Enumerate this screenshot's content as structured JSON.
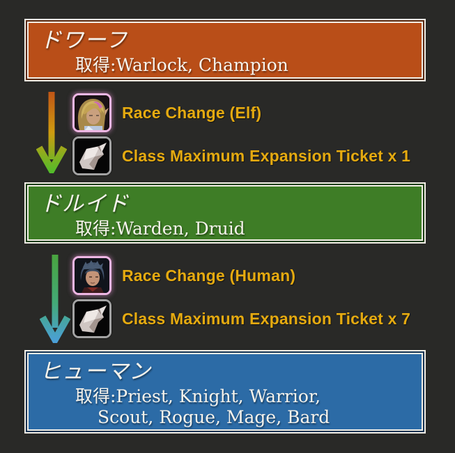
{
  "theme": {
    "background": "#292927",
    "frame_white": "#f2eee6",
    "text_white": "#f6f3ec",
    "label_gold": "#e5aa10",
    "portrait_frame_pink": "#eeb6e3",
    "scroll_frame_gray": "#a3a3a3"
  },
  "nodes": [
    {
      "title": "ドワーフ",
      "acquired": "取得:Warlock, Champion",
      "colors": {
        "fill": "#b94e18",
        "dark": "#5a2a10"
      }
    },
    {
      "title": "ドルイド",
      "acquired": "取得:Warden, Druid",
      "colors": {
        "fill": "#3e7d26",
        "dark": "#1d3e10"
      }
    },
    {
      "title": "ヒューマン",
      "acquired": "取得:Priest, Knight, Warrior,",
      "acquired_line2": "Scout, Rogue, Mage, Bard",
      "colors": {
        "fill": "#2c6ba6",
        "dark": "#133352"
      }
    }
  ],
  "transitions": [
    {
      "arrow_colors": [
        "#c05416",
        "#cf9b10",
        "#4fbc2b"
      ],
      "items": [
        {
          "icon": "elf-portrait-icon",
          "label": "Race Change (Elf)"
        },
        {
          "icon": "expansion-ticket-icon",
          "label": "Class Maximum Expansion Ticket x 1"
        }
      ]
    },
    {
      "arrow_colors": [
        "#49a33e",
        "#43aa77",
        "#4b9fdb"
      ],
      "items": [
        {
          "icon": "human-portrait-icon",
          "label": "Race Change (Human)"
        },
        {
          "icon": "expansion-ticket-icon",
          "label": "Class Maximum Expansion Ticket x 7"
        }
      ]
    }
  ]
}
